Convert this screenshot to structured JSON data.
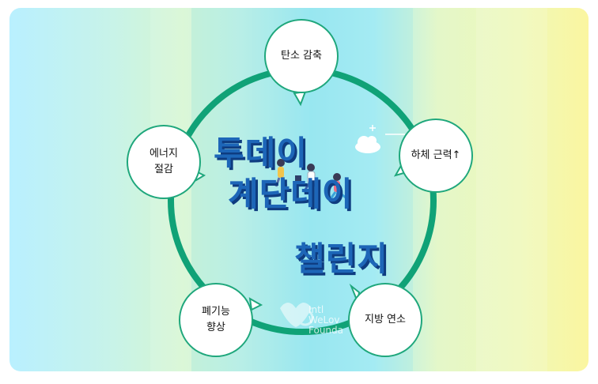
{
  "diagram": {
    "title_lines": [
      "투데이",
      "계단데이",
      "챌린지"
    ],
    "benefits": [
      {
        "id": "carbon",
        "label": "탄소 감축"
      },
      {
        "id": "legs",
        "label": "하체 근력↑"
      },
      {
        "id": "fat",
        "label": "지방 연소"
      },
      {
        "id": "lung",
        "label": "폐기능\n향상"
      },
      {
        "id": "energy",
        "label": "에너지\n절감"
      }
    ],
    "watermark": [
      "Intl",
      "WeLov",
      "Founda"
    ],
    "colors": {
      "ring": "#10a277",
      "title": "#1d66b8",
      "title_shadow": "#0e3c80"
    }
  }
}
